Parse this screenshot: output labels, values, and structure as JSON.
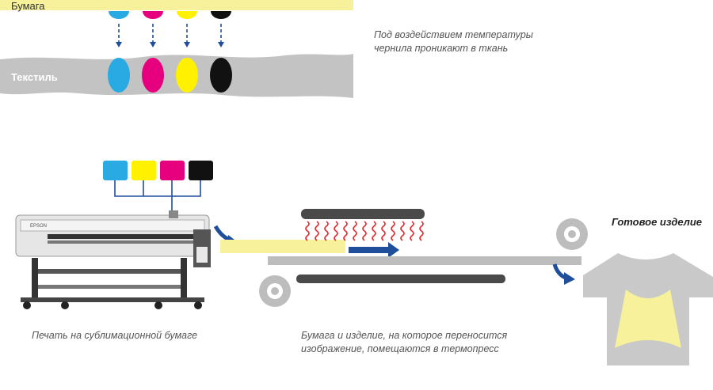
{
  "labels": {
    "paper": "Бумага",
    "textile": "Текстиль",
    "ink_caption": "Под воздействием температуры\nчернила проникают в ткань",
    "printing_caption": "Печать на сублимационной бумаге",
    "press_caption": "Бумага и изделие, на которое переносится\nизображение, помещаются в термопресс",
    "finished_product": "Готовое изделие",
    "printer_brand": "EPSON"
  },
  "colors": {
    "cyan": "#29aae2",
    "magenta": "#e6007e",
    "yellow": "#fff100",
    "black": "#111111",
    "paper": "#f6f19a",
    "textile": "#c3c3c3",
    "arrow": "#1f4e9a",
    "heat": "#e3262c",
    "press_plate": "#4a4a4a"
  },
  "inks": [
    "cyan",
    "magenta",
    "yellow",
    "black"
  ],
  "icons": [
    "dashed-down-arrow-icon",
    "curved-arrow-icon",
    "right-arrow-icon",
    "heat-wave-icon",
    "roller-icon",
    "printer-icon",
    "tshirt-icon"
  ]
}
